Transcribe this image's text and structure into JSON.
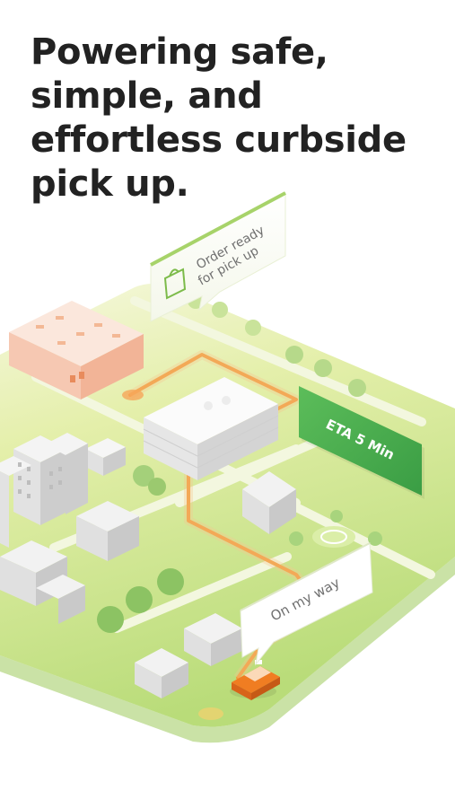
{
  "headline": {
    "line1": "Powering safe,",
    "line2": "simple, and",
    "line3": "effortless curbside",
    "line4": "pick up."
  },
  "callouts": {
    "order_line1": "Order ready",
    "order_line2": "for pick up",
    "eta": "ETA 5 Min",
    "on_my_way": "On my way"
  },
  "icons": {
    "bag": "shopping-bag-icon",
    "car": "car-icon"
  },
  "colors": {
    "heading": "#222222",
    "ground_light": "#eef5c4",
    "ground": "#c6e28a",
    "route": "#f29a3a",
    "eta_badge": "#4caf50",
    "callout_text": "#6f6f6f",
    "car": "#f07d22"
  }
}
